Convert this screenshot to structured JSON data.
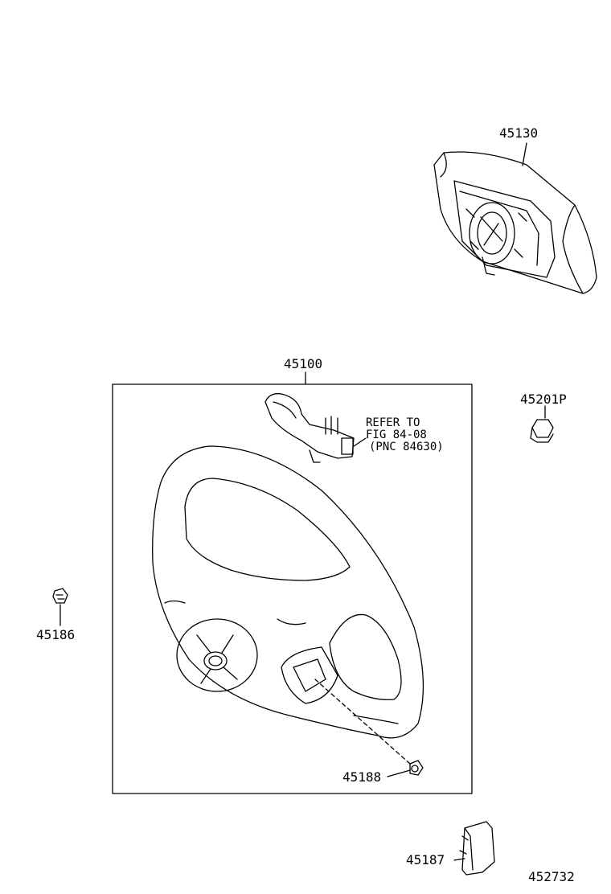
{
  "diagram": {
    "parts": {
      "horn_pad": {
        "number": "45130"
      },
      "steering_wheel_assy": {
        "number": "45100"
      },
      "nut": {
        "number": "45201P"
      },
      "cap_left": {
        "number": "45186"
      },
      "screw": {
        "number": "45188"
      },
      "cover": {
        "number": "45187"
      }
    },
    "switch_reference": {
      "line1": "REFER TO",
      "line2": "FIG 84-08",
      "line3": "(PNC 84630)"
    },
    "illustration_id": "452732"
  }
}
